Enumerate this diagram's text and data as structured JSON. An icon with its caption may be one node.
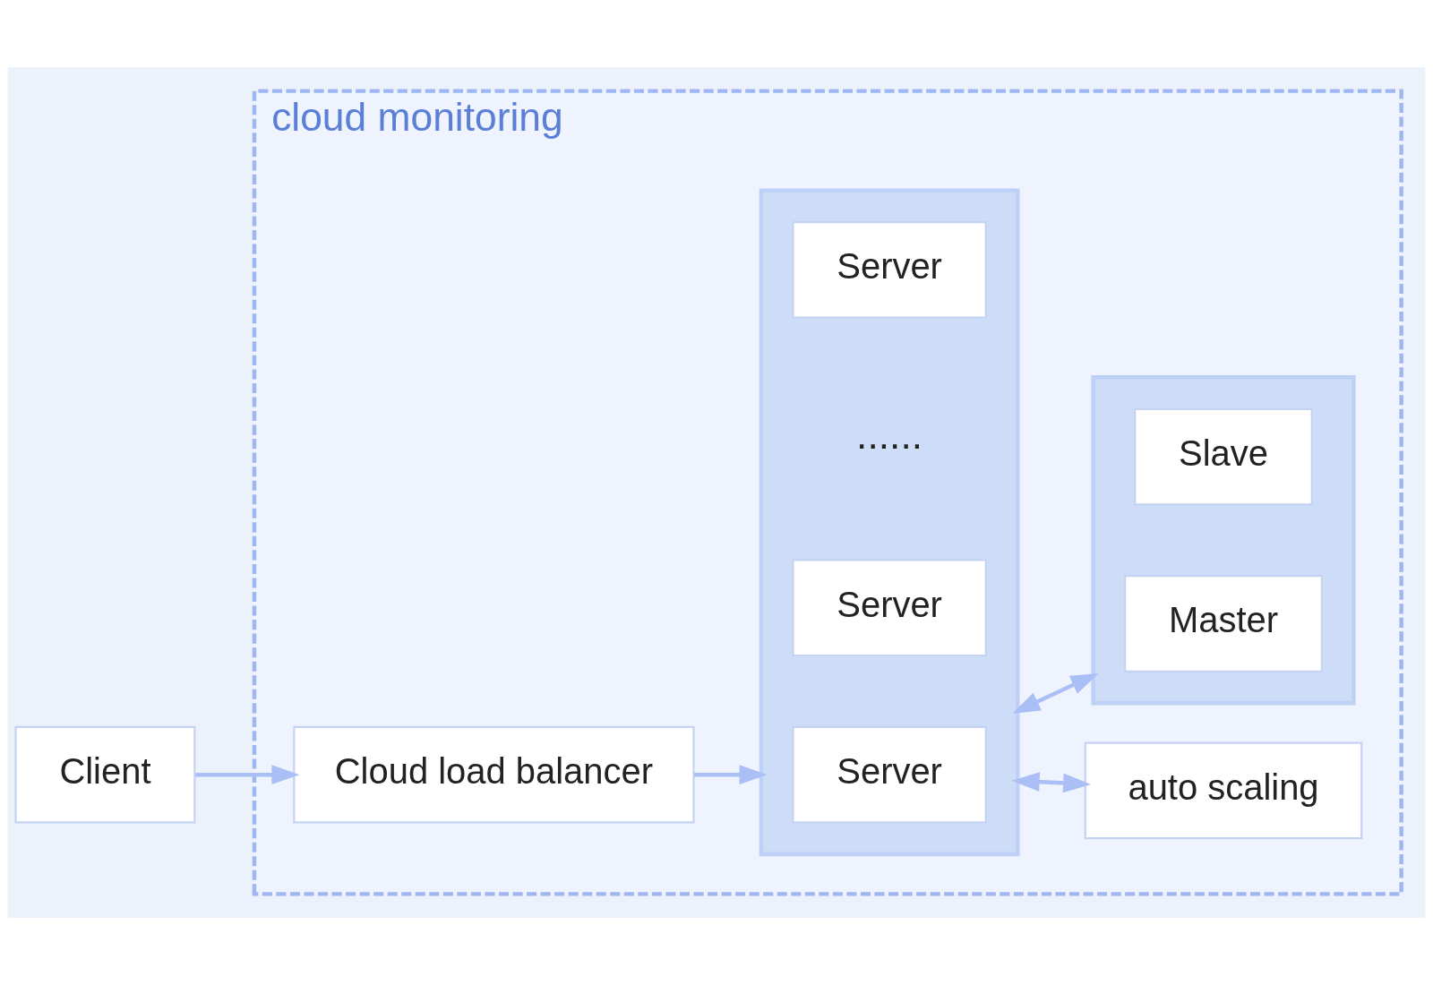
{
  "diagram": {
    "nodes": [
      {
        "text": [
          "cloud monitoring"
        ]
      },
      {
        "text": [
          "Client"
        ]
      },
      {
        "text": [
          "Cloud load balancer"
        ],
        "in": 0
      },
      {
        "text": [],
        "shape": "box",
        "in": 0
      },
      {
        "text": [
          "Server"
        ],
        "in": 3
      },
      {
        "text": [
          "Server"
        ],
        "in": 3
      },
      {
        "text": [
          "Server"
        ],
        "in": 3
      },
      {
        "text": [
          "auto scaling"
        ],
        "in": 0
      },
      {
        "text": [],
        "shape": "box",
        "in": 0
      },
      {
        "text": [
          "Master"
        ],
        "in": 8
      },
      {
        "text": [
          "Slave"
        ],
        "in": 8
      }
    ],
    "edges": [
      {
        "from": 1,
        "to": 2,
        "arrow": "to"
      },
      {
        "from": 2,
        "to": 3,
        "arrow": "to"
      },
      {
        "from": 3,
        "to": 7,
        "arrow": "both"
      },
      {
        "from": 3,
        "to": 8,
        "arrow": "both"
      }
    ],
    "labels": [
      "......"
    ]
  }
}
